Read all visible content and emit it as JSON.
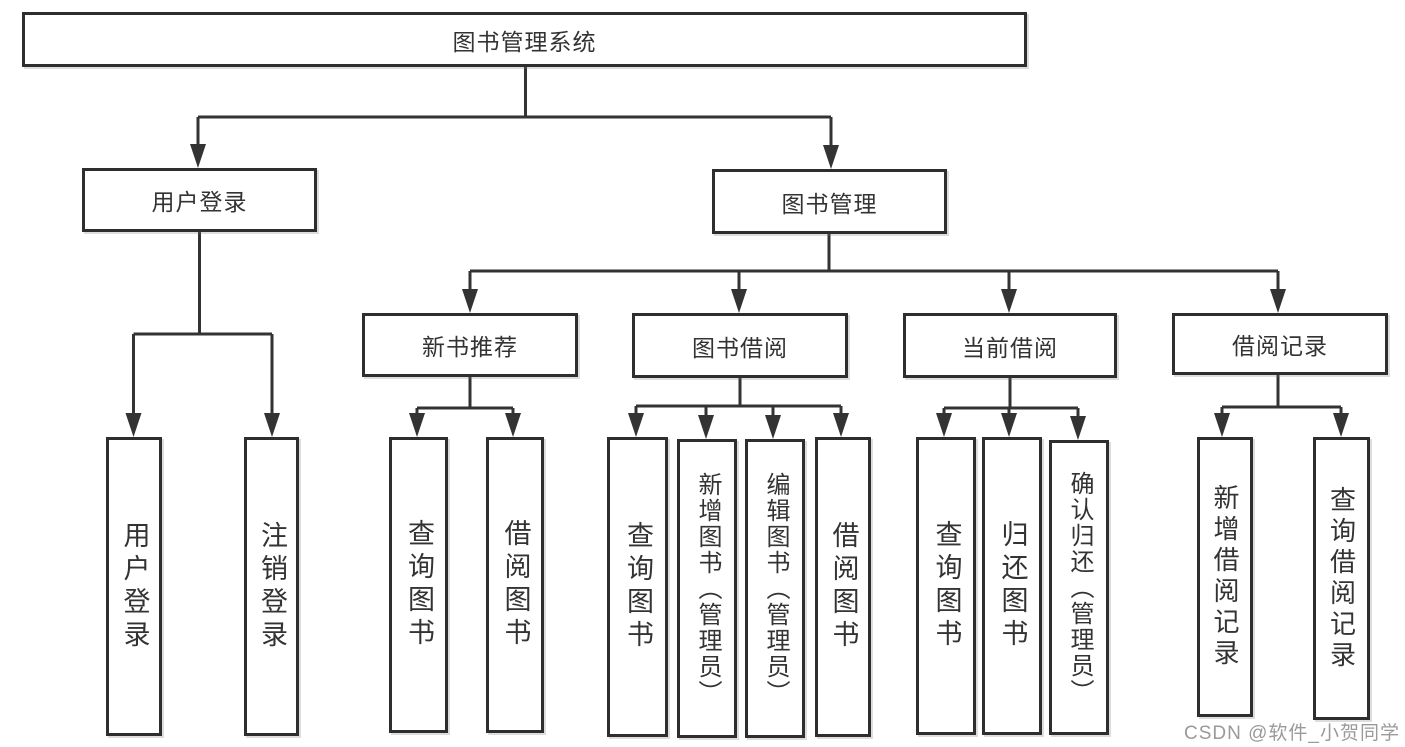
{
  "diagram": {
    "root": {
      "label": "图书管理系统"
    },
    "level2": [
      {
        "id": "user-login",
        "label": "用户登录",
        "parent": "图书管理系统"
      },
      {
        "id": "book-management",
        "label": "图书管理",
        "parent": "图书管理系统"
      }
    ],
    "level3": [
      {
        "id": "new-book-recommend",
        "label": "新书推荐",
        "parent": "图书管理"
      },
      {
        "id": "book-borrowing",
        "label": "图书借阅",
        "parent": "图书管理"
      },
      {
        "id": "current-borrowing",
        "label": "当前借阅",
        "parent": "图书管理"
      },
      {
        "id": "borrowing-records",
        "label": "借阅记录",
        "parent": "图书管理"
      }
    ],
    "level4": [
      {
        "id": "user-login-leaf",
        "label": "用户登录",
        "parent": "用户登录"
      },
      {
        "id": "logout",
        "label": "注销登录",
        "parent": "用户登录"
      },
      {
        "id": "query-book-1",
        "label": "查询图书",
        "parent": "新书推荐"
      },
      {
        "id": "borrow-book-1",
        "label": "借阅图书",
        "parent": "新书推荐"
      },
      {
        "id": "query-book-2",
        "label": "查询图书",
        "parent": "图书借阅"
      },
      {
        "id": "add-book-admin",
        "label": "新增图书（管理员）",
        "parent": "图书借阅"
      },
      {
        "id": "edit-book-admin",
        "label": "编辑图书（管理员）",
        "parent": "图书借阅"
      },
      {
        "id": "borrow-book-2",
        "label": "借阅图书",
        "parent": "图书借阅"
      },
      {
        "id": "query-book-3",
        "label": "查询图书",
        "parent": "当前借阅"
      },
      {
        "id": "return-book",
        "label": "归还图书",
        "parent": "当前借阅"
      },
      {
        "id": "confirm-return-admin",
        "label": "确认归还（管理员）",
        "parent": "当前借阅"
      },
      {
        "id": "add-borrow-record",
        "label": "新增借阅记录",
        "parent": "借阅记录"
      },
      {
        "id": "query-borrow-record",
        "label": "查询借阅记录",
        "parent": "借阅记录"
      }
    ],
    "line_color": "#333333",
    "border_color": "#2e2e2e",
    "background_color": "#ffffff"
  },
  "watermark": {
    "text": "CSDN @软件_小贺同学"
  }
}
